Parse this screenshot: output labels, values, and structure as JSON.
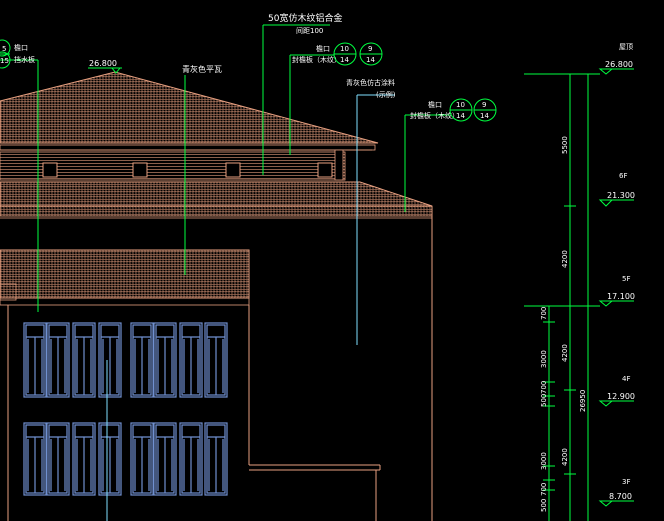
{
  "colors": {
    "background": "#000000",
    "outline": "#e8a080",
    "leader": "#00ff40",
    "dimension": "#00ff40",
    "window": "#7090d0",
    "text": "#ffffff",
    "cyan": "#80e0ff"
  },
  "left_marks": {
    "n1": "5",
    "n2": "15",
    "label1": "檐口",
    "label2": "挡水板"
  },
  "roof_top_elev": "26.800",
  "annot_ridge_tile": "青灰色平瓦",
  "annot_top": {
    "line1": "50宽仿木纹铝合金",
    "line2": "间距100"
  },
  "detail_a": {
    "label1": "檐口",
    "label2": "封檐板（木纹）",
    "circle1_top": "10",
    "circle1_bottom": "14",
    "circle2_top": "9",
    "circle2_bottom": "14"
  },
  "annot_paint": {
    "line1": "青灰色仿古涂料",
    "line2": "(示例)"
  },
  "detail_b": {
    "label1": "檐口",
    "label2": "封檐板（木纹）",
    "circle1_top": "10",
    "circle1_bottom": "14",
    "circle2_top": "9",
    "circle2_bottom": "14"
  },
  "elevation_markers": [
    {
      "floor": "屋顶",
      "value": "26.800"
    },
    {
      "floor": "6F",
      "value": "21.300"
    },
    {
      "floor": "5F",
      "value": "17.100"
    },
    {
      "floor": "4F",
      "value": "12.900"
    },
    {
      "floor": "3F",
      "value": "8.700"
    }
  ],
  "dimensions_a": [
    "5500",
    "4200",
    "4200",
    "4200"
  ],
  "dimension_total": "26950",
  "dimensions_b": [
    "700",
    "3000",
    "700",
    "500",
    "3000",
    "700",
    "500"
  ]
}
